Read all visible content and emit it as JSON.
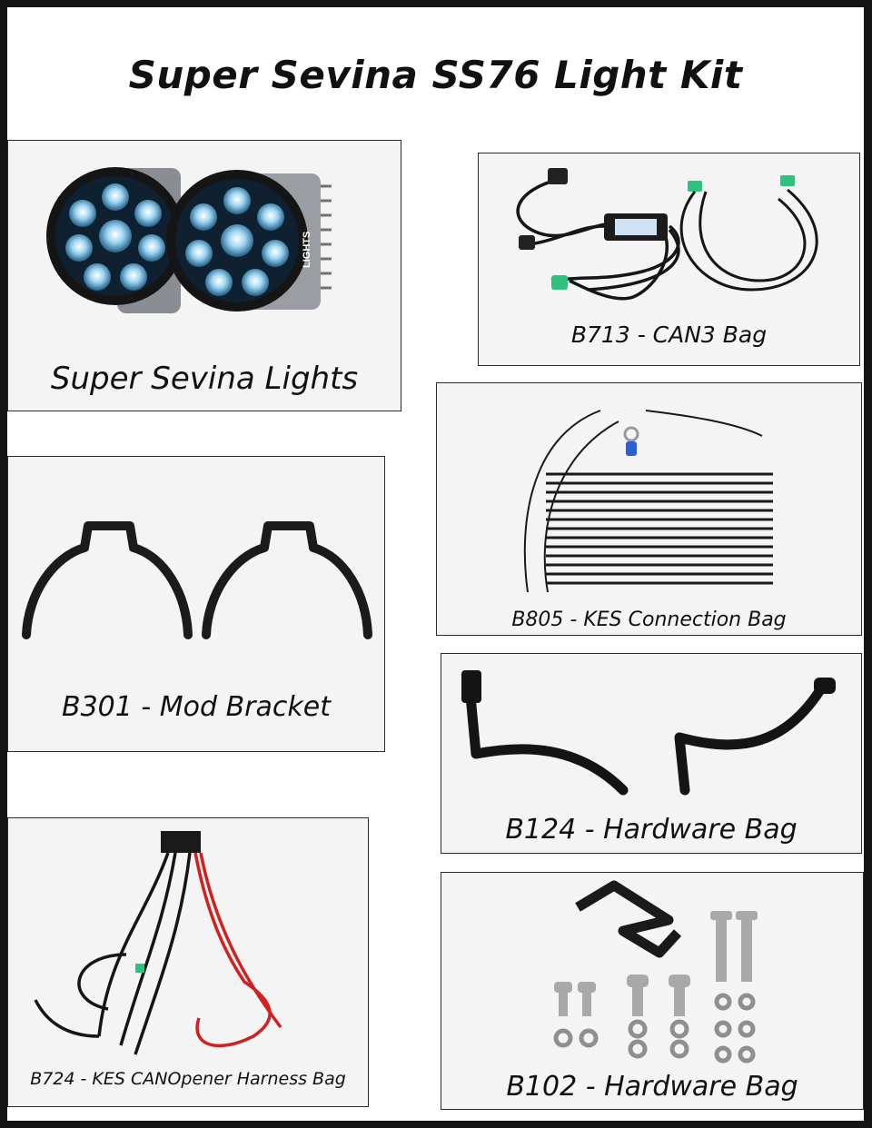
{
  "title": "Super Sevina SS76 Light Kit",
  "panels": {
    "lights": {
      "label": "Super Sevina Lights"
    },
    "can3": {
      "label": "B713 - CAN3 Bag"
    },
    "kes_connection": {
      "label": "B805 - KES Connection Bag"
    },
    "mod_bracket": {
      "label": "B301 - Mod Bracket"
    },
    "hardware_b124": {
      "label": "B124 - Hardware Bag"
    },
    "harness": {
      "label": "B724 - KES CANOpener Harness Bag"
    },
    "hardware_b102": {
      "label": "B102 - Hardware Bag"
    }
  },
  "brand_mark": "LIGHTS"
}
